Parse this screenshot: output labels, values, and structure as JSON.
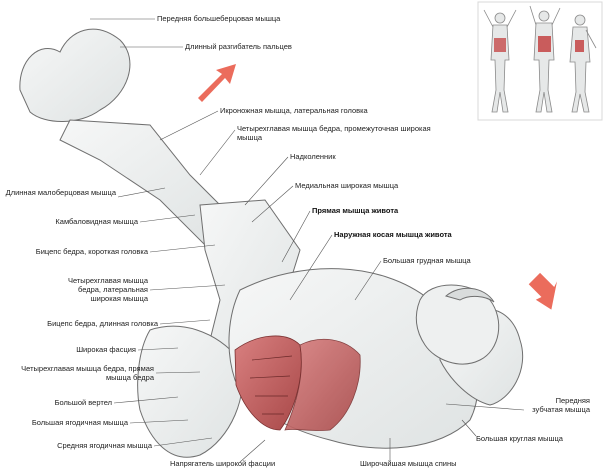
{
  "colors": {
    "background": "#ffffff",
    "arrow": "#e8523f",
    "highlight_muscle": "#c95c5c",
    "body_fill": "#eef0f0",
    "leader_line": "#555555"
  },
  "thumbnail": {
    "figures": [
      "front-view-figure",
      "back-view-figure-highlighted",
      "side-view-figure"
    ]
  },
  "labels": {
    "tibialis_anterior": "Передняя большеберцовая мышца",
    "extensor_digitorum": "Длинный разгибатель пальцев",
    "gastrocnemius_lateral": "Икроножная мышца, латеральная головка",
    "vastus_intermedius": "Четырехглавая мышца бедра, промежуточная широкая мышца",
    "patella": "Надколенник",
    "vastus_medialis": "Медиальная широкая мышца",
    "rectus_abdominis": "Прямая мышца живота",
    "external_oblique": "Наружная косая мышца живота",
    "pectoralis_major": "Большая грудная мышца",
    "peroneus_longus": "Длинная малоберцовая мышца",
    "soleus": "Камбаловидная мышца",
    "biceps_femoris_short": "Бицепс бедра, короткая головка",
    "vastus_lateralis": "Четырехглавая мышца бедра, латеральная широкая мышца",
    "biceps_femoris_long": "Бицепс бедра, длинная головка",
    "fascia_lata": "Широкая фасция",
    "rectus_femoris": "Четырехглавая мышца бедра, прямая мышца бедра",
    "greater_trochanter": "Большой вертел",
    "gluteus_maximus": "Большая ягодичная мышца",
    "gluteus_medius": "Средняя ягодичная мышца",
    "tensor_fasciae_latae": "Напрягатель широкой фасции",
    "latissimus_dorsi": "Широчайшая мышца спины",
    "serratus_anterior": "Передняя зубчатая мышца",
    "teres_major": "Большая круглая мышца"
  }
}
